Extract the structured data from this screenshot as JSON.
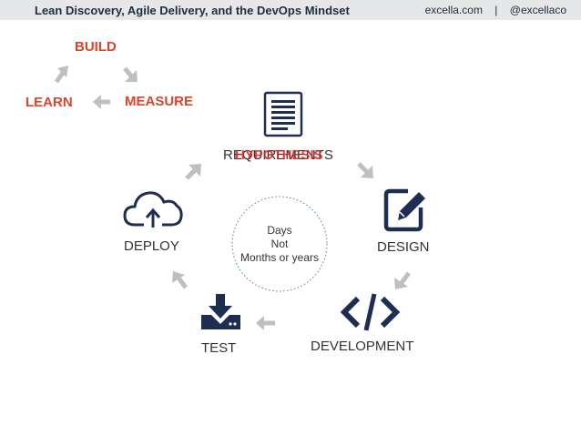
{
  "header": {
    "title": "Lean Discovery, Agile Delivery, and the DevOps Mindset",
    "site": "excella.com",
    "separator": "|",
    "handle": "@excellaco"
  },
  "mini_cycle": {
    "build": "BUILD",
    "measure": "MEASURE",
    "learn": "LEARN",
    "color": "#d9462b"
  },
  "cycle": {
    "requirements": "REQUIREMENTS",
    "hypothesis": "HYPOTHESIS",
    "design": "DESIGN",
    "development": "DEVELOPMENT",
    "test": "TEST",
    "deploy": "DEPLOY",
    "icon_color": "#1d2e52",
    "arrow_color": "#bfbfbf"
  },
  "center": {
    "line1": "Days",
    "line2": "Not",
    "line3": "Months or years"
  },
  "icons": {
    "requirements": "document-icon",
    "design": "edit-icon",
    "development": "code-icon",
    "test": "download-icon",
    "deploy": "cloud-upload-icon"
  }
}
